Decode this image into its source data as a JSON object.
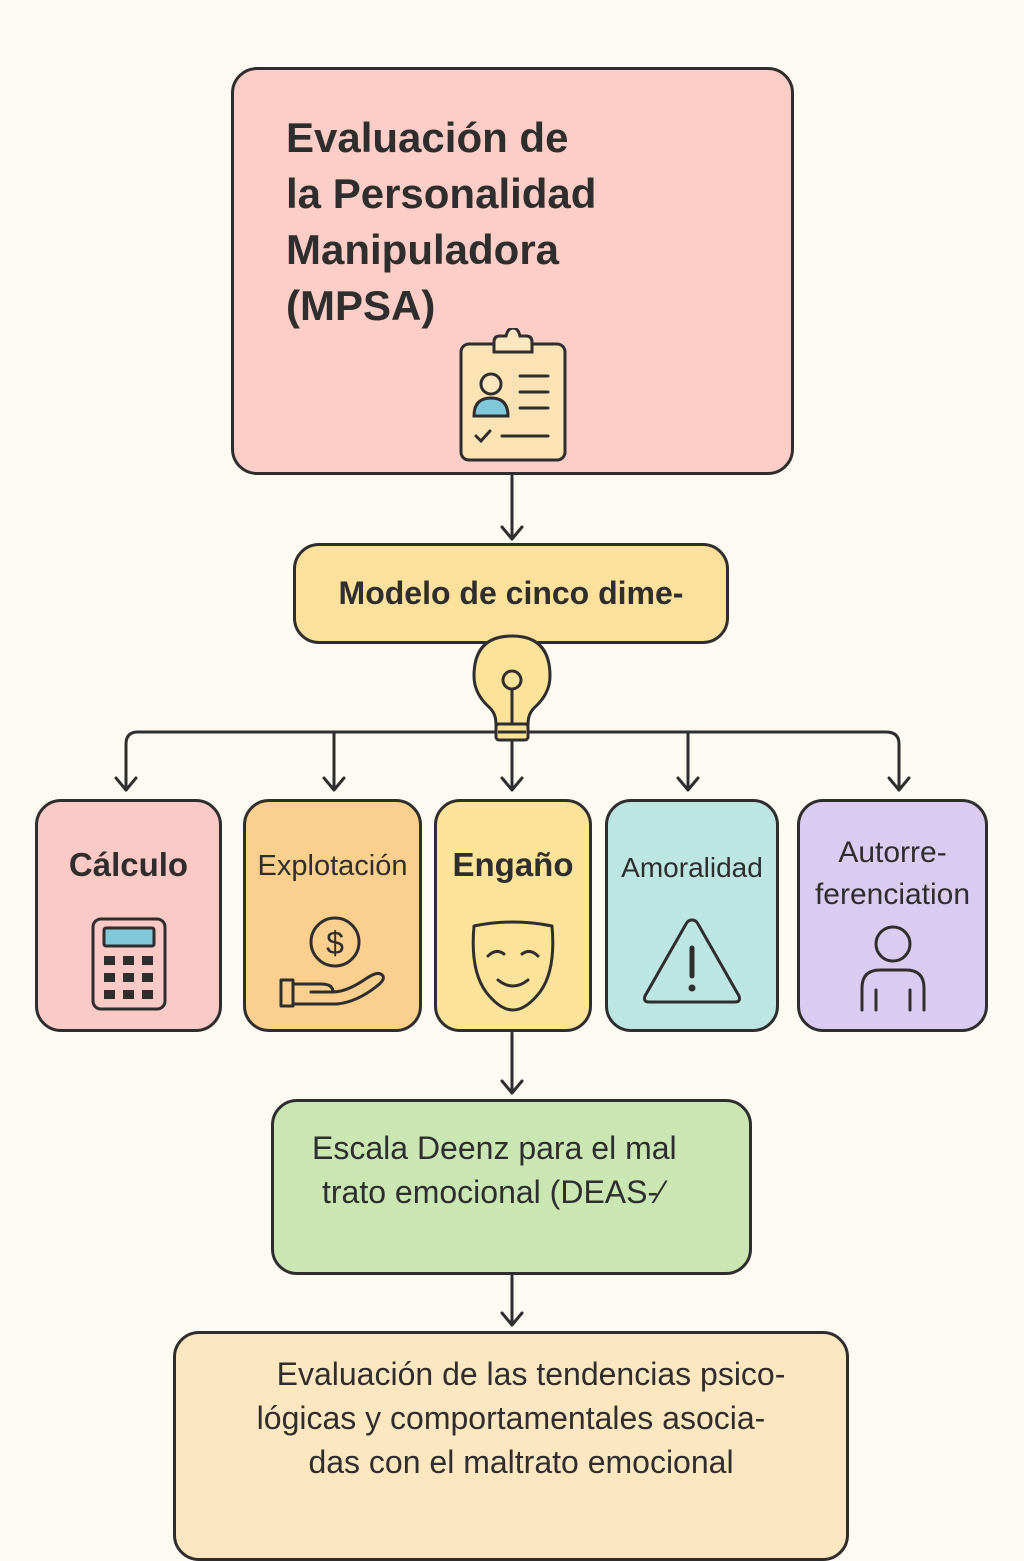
{
  "title_box": {
    "lines": [
      "Evaluación de",
      "la Personalidad",
      "Manipuladora",
      "(MPSA)"
    ],
    "icon": "clipboard-profile-icon"
  },
  "model_box": {
    "label": "Modelo de cinco dime-",
    "icon": "lightbulb-icon"
  },
  "dimensions": [
    {
      "label": "Cálculo",
      "icon": "calculator-icon"
    },
    {
      "label": "Explotación",
      "icon": "dollar-hand-icon"
    },
    {
      "label": "Engaño",
      "icon": "mask-icon"
    },
    {
      "label": "Amoralidad",
      "icon": "warning-triangle-icon"
    },
    {
      "label_lines": [
        "Autorre-",
        "ferenciation"
      ],
      "icon": "person-icon"
    }
  ],
  "scale_box": {
    "lines": [
      "Escala Deenz para el mal",
      "trato emocional (DEAS-⁄"
    ]
  },
  "evaluation_box": {
    "lines": [
      "Evaluación de las tendencias psico-",
      "lógicas y comportamentales asocia-",
      "das con el maltrato emocional"
    ]
  },
  "colors": {
    "title": "#fdcdc8",
    "model": "#fce19c",
    "calculo": "#fbc9c6",
    "explotacion": "#fbd08e",
    "engano": "#fce39a",
    "amoralidad": "#bde5e1",
    "autorreferenciation": "#dacbf0",
    "scale": "#c9e6b3",
    "evaluation": "#fde7c0",
    "outline": "#2e2e2e"
  }
}
